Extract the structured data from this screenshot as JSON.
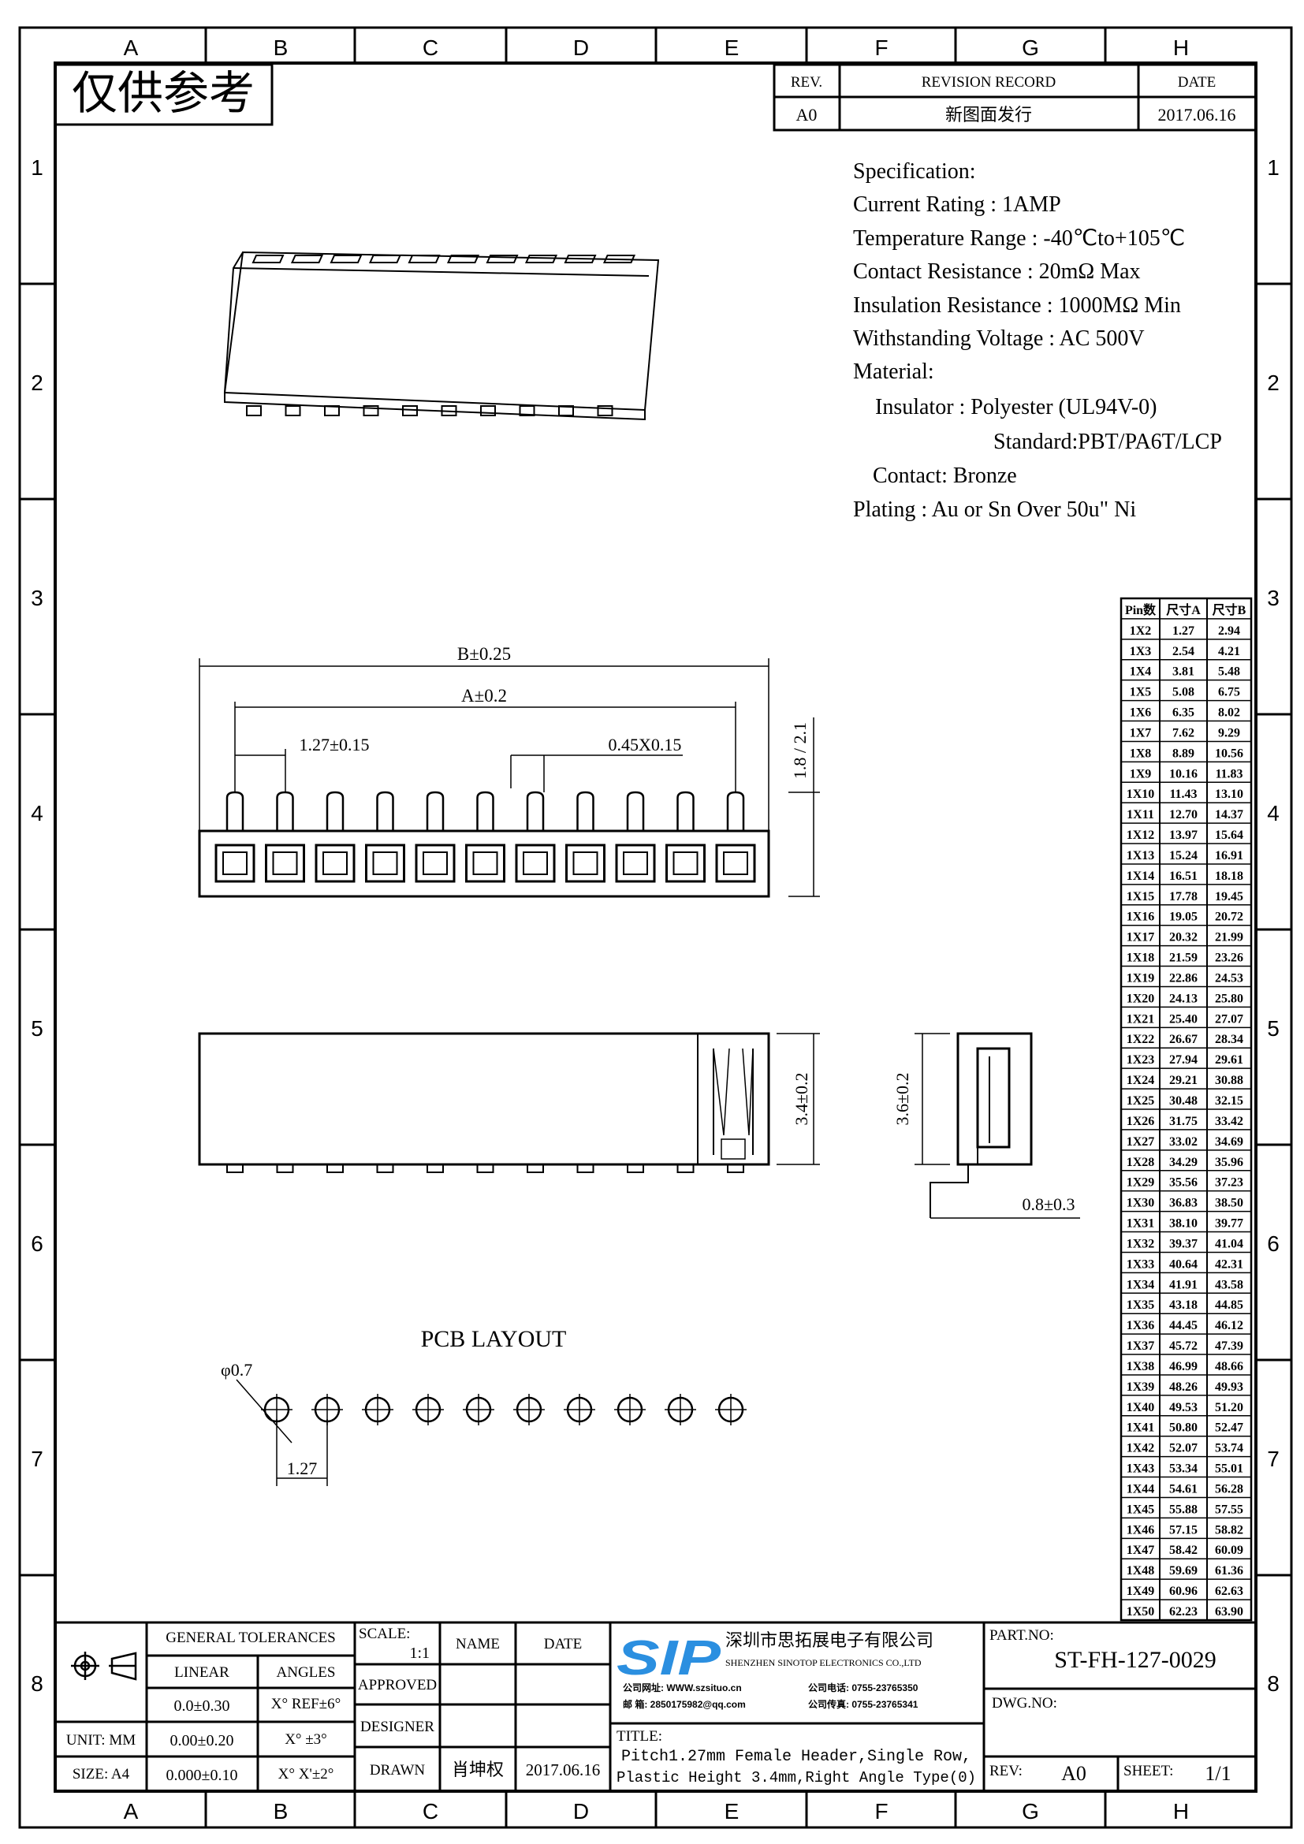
{
  "watermark": "仅供参考",
  "grid": {
    "columns": [
      "A",
      "B",
      "C",
      "D",
      "E",
      "F",
      "G",
      "H"
    ],
    "rows": [
      "1",
      "2",
      "3",
      "4",
      "5",
      "6",
      "7",
      "8"
    ]
  },
  "revision": {
    "headers": [
      "REV.",
      "REVISION RECORD",
      "DATE"
    ],
    "row": [
      "A0",
      "新图面发行",
      "2017.06.16"
    ]
  },
  "spec": {
    "title": "Specification:",
    "current": "Current Rating : 1AMP",
    "temperature": "Temperature Range : -40℃to+105℃",
    "contact_resistance": "Contact Resistance : 20mΩ Max",
    "insulation_resistance": "Insulation Resistance : 1000MΩ Min",
    "voltage": "Withstanding Voltage : AC 500V",
    "material": "Material:",
    "insulator": "Insulator : Polyester (UL94V-0)",
    "standard": "Standard:PBT/PA6T/LCP",
    "contact": "Contact: Bronze",
    "plating": "Plating : Au or Sn Over 50u\" Ni"
  },
  "dims": {
    "b": "B±0.25",
    "a": "A±0.2",
    "pitch": "1.27±0.15",
    "pin": "0.45X0.15",
    "pin_height": "1.8 / 2.1",
    "height": "3.4±0.2",
    "side_height": "3.6±0.2",
    "offset": "0.8±0.3",
    "pcb_title": "PCB LAYOUT",
    "hole": "φ0.7",
    "hole_pitch": "1.27"
  },
  "table": {
    "headers": [
      "Pin数",
      "尺寸A",
      "尺寸B"
    ],
    "rows": [
      [
        "1X2",
        "1.27",
        "2.94"
      ],
      [
        "1X3",
        "2.54",
        "4.21"
      ],
      [
        "1X4",
        "3.81",
        "5.48"
      ],
      [
        "1X5",
        "5.08",
        "6.75"
      ],
      [
        "1X6",
        "6.35",
        "8.02"
      ],
      [
        "1X7",
        "7.62",
        "9.29"
      ],
      [
        "1X8",
        "8.89",
        "10.56"
      ],
      [
        "1X9",
        "10.16",
        "11.83"
      ],
      [
        "1X10",
        "11.43",
        "13.10"
      ],
      [
        "1X11",
        "12.70",
        "14.37"
      ],
      [
        "1X12",
        "13.97",
        "15.64"
      ],
      [
        "1X13",
        "15.24",
        "16.91"
      ],
      [
        "1X14",
        "16.51",
        "18.18"
      ],
      [
        "1X15",
        "17.78",
        "19.45"
      ],
      [
        "1X16",
        "19.05",
        "20.72"
      ],
      [
        "1X17",
        "20.32",
        "21.99"
      ],
      [
        "1X18",
        "21.59",
        "23.26"
      ],
      [
        "1X19",
        "22.86",
        "24.53"
      ],
      [
        "1X20",
        "24.13",
        "25.80"
      ],
      [
        "1X21",
        "25.40",
        "27.07"
      ],
      [
        "1X22",
        "26.67",
        "28.34"
      ],
      [
        "1X23",
        "27.94",
        "29.61"
      ],
      [
        "1X24",
        "29.21",
        "30.88"
      ],
      [
        "1X25",
        "30.48",
        "32.15"
      ],
      [
        "1X26",
        "31.75",
        "33.42"
      ],
      [
        "1X27",
        "33.02",
        "34.69"
      ],
      [
        "1X28",
        "34.29",
        "35.96"
      ],
      [
        "1X29",
        "35.56",
        "37.23"
      ],
      [
        "1X30",
        "36.83",
        "38.50"
      ],
      [
        "1X31",
        "38.10",
        "39.77"
      ],
      [
        "1X32",
        "39.37",
        "41.04"
      ],
      [
        "1X33",
        "40.64",
        "42.31"
      ],
      [
        "1X34",
        "41.91",
        "43.58"
      ],
      [
        "1X35",
        "43.18",
        "44.85"
      ],
      [
        "1X36",
        "44.45",
        "46.12"
      ],
      [
        "1X37",
        "45.72",
        "47.39"
      ],
      [
        "1X38",
        "46.99",
        "48.66"
      ],
      [
        "1X39",
        "48.26",
        "49.93"
      ],
      [
        "1X40",
        "49.53",
        "51.20"
      ],
      [
        "1X41",
        "50.80",
        "52.47"
      ],
      [
        "1X42",
        "52.07",
        "53.74"
      ],
      [
        "1X43",
        "53.34",
        "55.01"
      ],
      [
        "1X44",
        "54.61",
        "56.28"
      ],
      [
        "1X45",
        "55.88",
        "57.55"
      ],
      [
        "1X46",
        "57.15",
        "58.82"
      ],
      [
        "1X47",
        "58.42",
        "60.09"
      ],
      [
        "1X48",
        "59.69",
        "61.36"
      ],
      [
        "1X49",
        "60.96",
        "62.63"
      ],
      [
        "1X50",
        "62.23",
        "63.90"
      ]
    ]
  },
  "title_block": {
    "general_tolerances": "GENERAL TOLERANCES",
    "linear": "LINEAR",
    "angles": "ANGLES",
    "tol_rows": [
      [
        "0.0±0.30",
        "X° REF±6°"
      ],
      [
        "0.00±0.20",
        "X° ±3°"
      ],
      [
        "0.000±0.10",
        "X° X'±2°"
      ]
    ],
    "unit": "UNIT: MM",
    "size": "SIZE: A4",
    "scale_label": "SCALE:",
    "scale_value": "1:1",
    "name": "NAME",
    "date": "DATE",
    "approved": "APPROVED",
    "designer": "DESIGNER",
    "drawn": "DRAWN",
    "drawn_name": "肖坤权",
    "drawn_date": "2017.06.16",
    "logo": "SIP",
    "company_cn": "深圳市思拓展电子有限公司",
    "company_en": "SHENZHEN SINOTOP ELECTRONICS CO.,LTD",
    "website": "公司网址: WWW.szsituo.cn",
    "email": "邮    箱: 2850175982@qq.com",
    "phone": "公司电话: 0755-23765350",
    "fax": "公司传真: 0755-23765341",
    "title_label": "TITLE:",
    "title_line1": "Pitch1.27mm Female Header,Single Row,",
    "title_line2": "Plastic Height 3.4mm,Right Angle Type(0)",
    "part_no_label": "PART.NO:",
    "part_no": "ST-FH-127-0029",
    "dwg_no_label": "DWG.NO:",
    "rev_label": "REV:",
    "rev": "A0",
    "sheet_label": "SHEET:",
    "sheet": "1/1"
  },
  "colors": {
    "logo": "#2b8fe0",
    "line": "#000000"
  }
}
